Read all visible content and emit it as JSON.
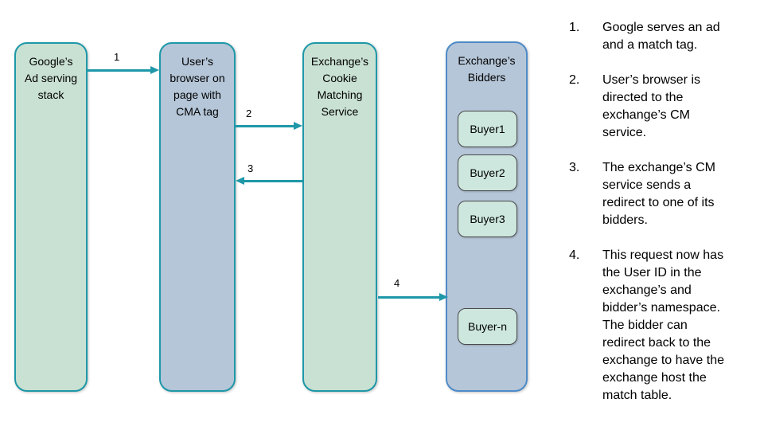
{
  "diagram": {
    "nodes": [
      {
        "id": "google-ad-serving",
        "label": "Google’s\nAd serving\nstack"
      },
      {
        "id": "user-browser",
        "label": "User’s\nbrowser on\npage with\nCMA tag"
      },
      {
        "id": "cookie-matching-service",
        "label": "Exchange’s\nCookie\nMatching\nService"
      },
      {
        "id": "exchange-bidders",
        "label": "Exchange’s\nBidders"
      }
    ],
    "buyers": [
      "Buyer1",
      "Buyer2",
      "Buyer3",
      "Buyer-n"
    ],
    "arrows": [
      {
        "label": "1",
        "from": "google-ad-serving",
        "to": "user-browser"
      },
      {
        "label": "2",
        "from": "user-browser",
        "to": "cookie-matching-service"
      },
      {
        "label": "3",
        "from": "cookie-matching-service",
        "to": "user-browser"
      },
      {
        "label": "4",
        "from": "cookie-matching-service",
        "to": "exchange-bidders"
      }
    ]
  },
  "steps": [
    {
      "num": "1.",
      "text": "Google serves an ad\nand a match tag."
    },
    {
      "num": "2.",
      "text": "User’s browser is\ndirected to the\nexchange’s CM\nservice."
    },
    {
      "num": "3.",
      "text": "The exchange’s CM\nservice sends a\nredirect to one of its\nbidders."
    },
    {
      "num": "4.",
      "text": "This request now has\nthe User ID in the\nexchange’s and\nbidder’s namespace.\nThe bidder can\nredirect back to the\nexchange to have the\nexchange host the\nmatch table."
    }
  ],
  "colors": {
    "teal": "#1E98A8",
    "green_fill": "#C9E1D3",
    "blue_fill": "#B5C6D8",
    "blue_border": "#4E8BC8",
    "buyer_fill": "#CDE7DE",
    "buyer_border": "#4A4A4A",
    "text": "#000000",
    "background": "#FFFFFF"
  }
}
